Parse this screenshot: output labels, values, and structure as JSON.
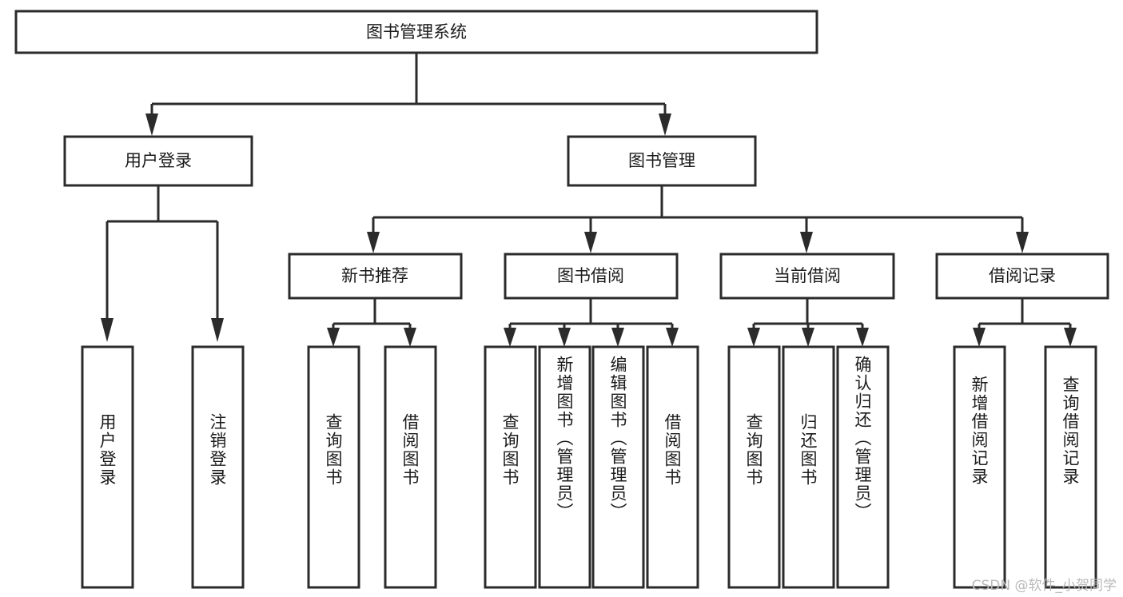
{
  "diagram": {
    "title": "图书管理系统",
    "type": "hierarchy-tree",
    "root": {
      "label": "图书管理系统",
      "name": "root-node-library-management-system"
    },
    "level2": [
      {
        "label": "用户登录",
        "name": "node-user-login"
      },
      {
        "label": "图书管理",
        "name": "node-book-management"
      }
    ],
    "level3": [
      {
        "label": "新书推荐",
        "name": "node-new-book-recommend"
      },
      {
        "label": "图书借阅",
        "name": "node-book-borrow"
      },
      {
        "label": "当前借阅",
        "name": "node-current-borrow"
      },
      {
        "label": "借阅记录",
        "name": "node-borrow-record"
      }
    ],
    "leaves": {
      "user_login": [
        {
          "label": "用户登录",
          "name": "leaf-user-login"
        },
        {
          "label": "注销登录",
          "name": "leaf-logout"
        }
      ],
      "new_book_recommend": [
        {
          "label": "查询图书",
          "name": "leaf-query-book-1"
        },
        {
          "label": "借阅图书",
          "name": "leaf-borrow-book-1"
        }
      ],
      "book_borrow": [
        {
          "label": "查询图书",
          "name": "leaf-query-book-2"
        },
        {
          "label": "新增图书（管理员）",
          "name": "leaf-add-book-admin"
        },
        {
          "label": "编辑图书（管理员）",
          "name": "leaf-edit-book-admin"
        },
        {
          "label": "借阅图书",
          "name": "leaf-borrow-book-2"
        }
      ],
      "current_borrow": [
        {
          "label": "查询图书",
          "name": "leaf-query-book-3"
        },
        {
          "label": "归还图书",
          "name": "leaf-return-book"
        },
        {
          "label": "确认归还（管理员）",
          "name": "leaf-confirm-return-admin"
        }
      ],
      "borrow_record": [
        {
          "label": "新增借阅记录",
          "name": "leaf-add-borrow-record"
        },
        {
          "label": "查询借阅记录",
          "name": "leaf-query-borrow-record"
        }
      ]
    }
  },
  "watermark": {
    "text": "CSDN @软件_小贺同学"
  },
  "colors": {
    "stroke": "#2b2b2b",
    "box_fill": "#ffffff",
    "text": "#1b1b1b",
    "background": "#ffffff",
    "watermark": "#b9b9b9"
  }
}
